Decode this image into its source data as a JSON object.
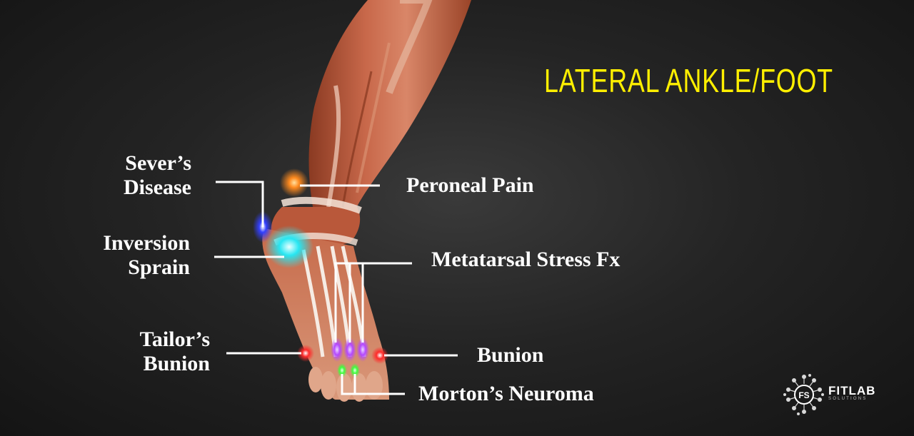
{
  "title": "LATERAL ANKLE/FOOT",
  "labels": {
    "severs_line1": "Sever’s",
    "severs_line2": "Disease",
    "peroneal": "Peroneal Pain",
    "inversion_line1": "Inversion",
    "inversion_line2": "Sprain",
    "metatarsal": "Metatarsal Stress Fx",
    "tailors_line1": "Tailor’s",
    "tailors_line2": "Bunion",
    "bunion": "Bunion",
    "mortons": "Morton’s Neuroma"
  },
  "logo": {
    "brand": "FITLAB",
    "sub": "SOLUTIONS",
    "monogram": "FS"
  },
  "colors": {
    "title": "#ffef00",
    "severs_marker": "#3340ff",
    "peroneal_marker": "#ff8a1e",
    "inversion_marker": "#27e6f2",
    "metatarsal_marker": "#b347ff",
    "bunion_marker": "#ff2a2a",
    "mortons_marker": "#3cff3c"
  }
}
